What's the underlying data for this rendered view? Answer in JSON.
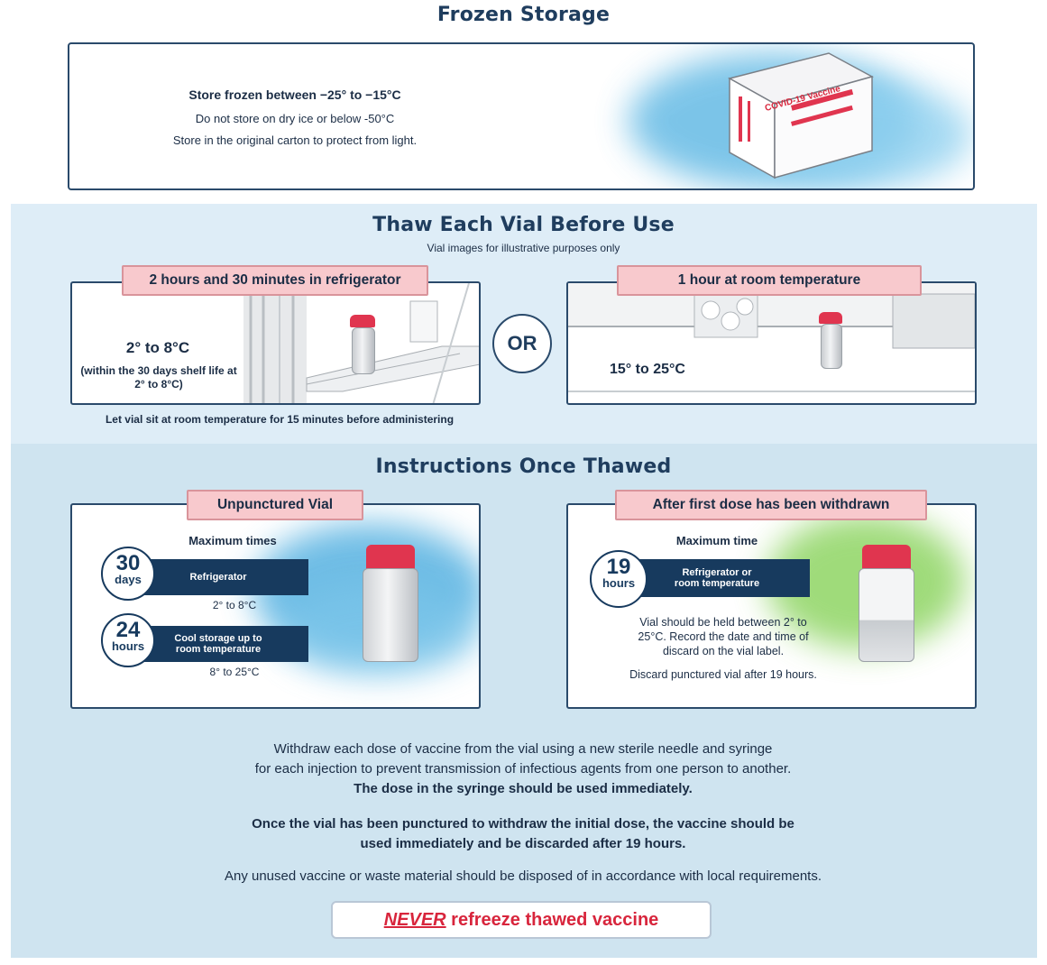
{
  "frozen": {
    "title": "Frozen Storage",
    "line1": "Store frozen between −25° to −15°C",
    "line2": "Do not store on dry ice or below -50°C",
    "line3": "Store in the original carton to protect from light.",
    "carton_text": "COVID-19 Vaccine"
  },
  "thaw": {
    "title": "Thaw Each Vial Before Use",
    "subtitle": "Vial images for illustrative purposes only",
    "left_tab": "2 hours and 30 minutes in refrigerator",
    "left_temp": "2° to 8°C",
    "left_note": "(within the 30 days shelf life at 2° to 8°C)",
    "left_footer": "Let vial sit at room temperature for 15 minutes before administering",
    "or_label": "OR",
    "right_tab": "1 hour at room temperature",
    "right_temp": "15° to 25°C"
  },
  "instructions": {
    "title": "Instructions Once Thawed",
    "unpunctured": {
      "tab": "Unpunctured Vial",
      "max_label": "Maximum times",
      "row1_num": "30",
      "row1_unit": "days",
      "row1_band": "Refrigerator",
      "row1_temp": "2° to 8°C",
      "row2_num": "24",
      "row2_unit": "hours",
      "row2_band_1": "Cool storage up to",
      "row2_band_2": "room temperature",
      "row2_temp": "8° to 25°C"
    },
    "punctured": {
      "tab": "After first dose has been withdrawn",
      "max_label": "Maximum time",
      "num": "19",
      "unit": "hours",
      "band_1": "Refrigerator or",
      "band_2": "room temperature",
      "note1": "Vial should be held between 2° to 25°C. Record the date and time of discard on the vial label.",
      "note2": "Discard punctured vial after 19 hours."
    }
  },
  "footer": {
    "p1_line1": "Withdraw each dose of vaccine from the vial using a new sterile needle and syringe",
    "p1_line2": "for each injection to prevent transmission of infectious agents from one person to another.",
    "p1_bold": "The dose in the syringe should be used immediately.",
    "p2_line1": "Once the vial has been punctured to withdraw the initial dose, the vaccine should be",
    "p2_line2": "used immediately and be discarded after 19 hours.",
    "p3": "Any unused vaccine or waste material should be disposed of in accordance with local requirements.",
    "never_em": "NEVER",
    "never_rest": " refreeze thawed vaccine"
  },
  "colors": {
    "navy": "#173a5e",
    "pink_tab": "#f8c9cd",
    "accent_red": "#d8253c",
    "light_blue_bg": "#deedf7"
  }
}
